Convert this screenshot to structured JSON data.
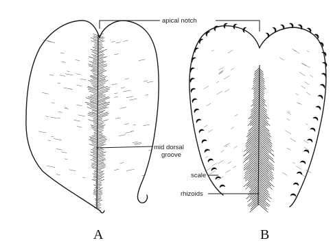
{
  "labels": {
    "apical_notch": "apical notch",
    "mid_dorsal_groove_line1": "mid dorsal",
    "mid_dorsal_groove_line2": "groove",
    "scale": "scale",
    "rhizoids": "rhizoids"
  },
  "captions": {
    "a": "A",
    "b": "B"
  },
  "colors": {
    "paper": "#ffffff",
    "ink": "#1a1a1a",
    "scale_fill": "#141414"
  }
}
